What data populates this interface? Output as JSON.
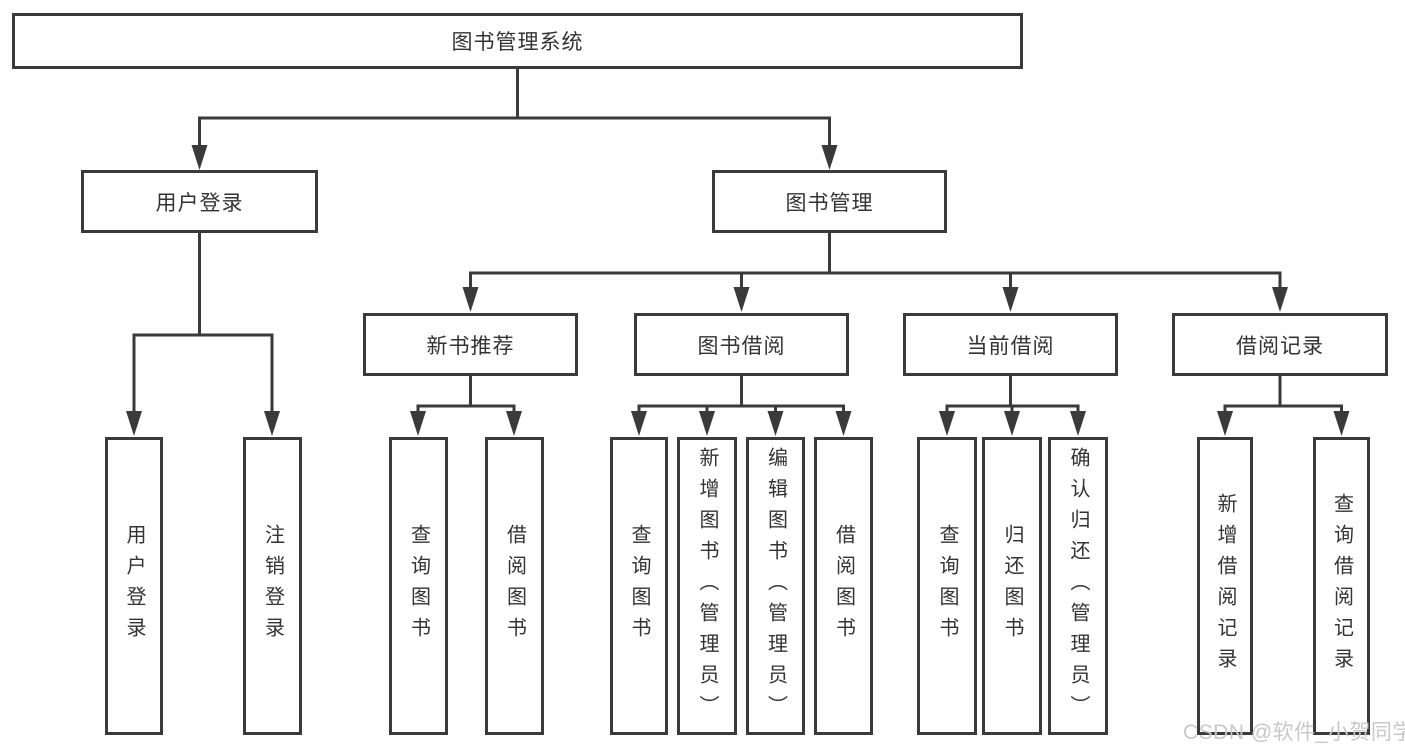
{
  "colors": {
    "line": "#3a3a3a",
    "text": "#333333",
    "watermark": "#c8c8c8",
    "background": "#ffffff"
  },
  "watermark": {
    "text": "CSDN @软件_小贺同学"
  },
  "tree": {
    "root": {
      "label": "图书管理系统"
    },
    "branches": [
      {
        "label": "用户登录",
        "children": [
          {
            "label": "用户登录"
          },
          {
            "label": "注销登录"
          }
        ]
      },
      {
        "label": "图书管理",
        "children": [
          {
            "label": "新书推荐",
            "children": [
              {
                "label": "查询图书"
              },
              {
                "label": "借阅图书"
              }
            ]
          },
          {
            "label": "图书借阅",
            "children": [
              {
                "label": "查询图书"
              },
              {
                "label": "新增图书（管理员）"
              },
              {
                "label": "编辑图书（管理员）"
              },
              {
                "label": "借阅图书"
              }
            ]
          },
          {
            "label": "当前借阅",
            "children": [
              {
                "label": "查询图书"
              },
              {
                "label": "归还图书"
              },
              {
                "label": "确认归还（管理员）"
              }
            ]
          },
          {
            "label": "借阅记录",
            "children": [
              {
                "label": "新增借阅记录"
              },
              {
                "label": "查询借阅记录"
              }
            ]
          }
        ]
      }
    ]
  }
}
